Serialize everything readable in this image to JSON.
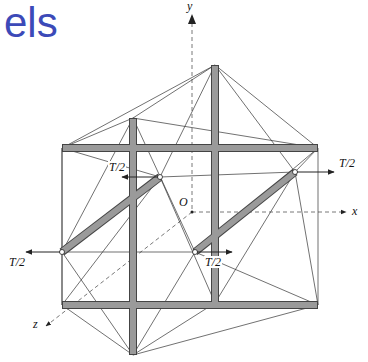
{
  "diagram": {
    "title": "els",
    "labels": [
      "y",
      "x",
      "z",
      "O",
      "T/2",
      "T/2",
      "T/2",
      "T/2"
    ]
  }
}
